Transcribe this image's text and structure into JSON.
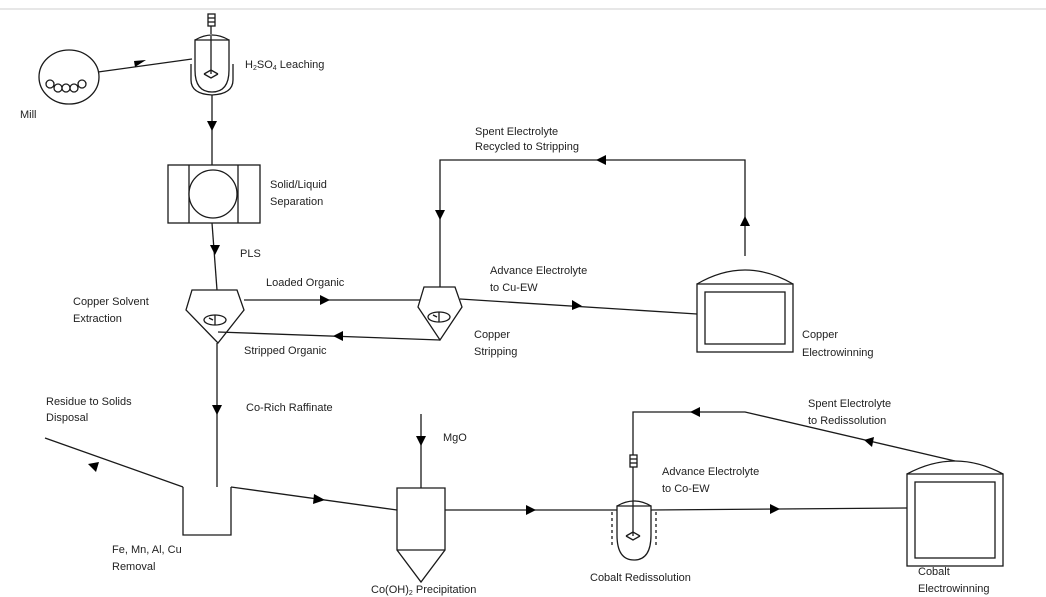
{
  "diagram": {
    "labels": {
      "mill": "Mill",
      "leaching_prefix": "H",
      "leaching_sub1": "2",
      "leaching_mid": "SO",
      "leaching_sub2": "4",
      "leaching_suffix": " Leaching",
      "solid_liquid_1": "Solid/Liquid",
      "solid_liquid_2": "Separation",
      "pls": "PLS",
      "copper_sx_1": "Copper Solvent",
      "copper_sx_2": "Extraction",
      "loaded_organic": "Loaded Organic",
      "stripped_organic": "Stripped Organic",
      "copper_stripping_1": "Copper",
      "copper_stripping_2": "Stripping",
      "advance_cu_1": "Advance Electrolyte",
      "advance_cu_2": "to Cu-EW",
      "spent_cu_1": "Spent Electrolyte",
      "spent_cu_2": "Recycled to Stripping",
      "copper_ew_1": "Copper",
      "copper_ew_2": "Electrowinning",
      "co_rich_raffinate": "Co-Rich Raffinate",
      "residue_1": "Residue to Solids",
      "residue_2": "Disposal",
      "fe_removal_1": "Fe, Mn, Al, Cu",
      "fe_removal_2": "Removal",
      "mgo": "MgO",
      "precip_prefix": "Co(OH)",
      "precip_sub": "2",
      "precip_suffix": " Precipitation",
      "cobalt_redissolution": "Cobalt Redissolution",
      "advance_co_1": "Advance Electrolyte",
      "advance_co_2": "to Co-EW",
      "spent_co_1": "Spent Electrolyte",
      "spent_co_2": "to Redissolution",
      "cobalt_ew_1": "Cobalt",
      "cobalt_ew_2": "Electrowinning"
    }
  }
}
